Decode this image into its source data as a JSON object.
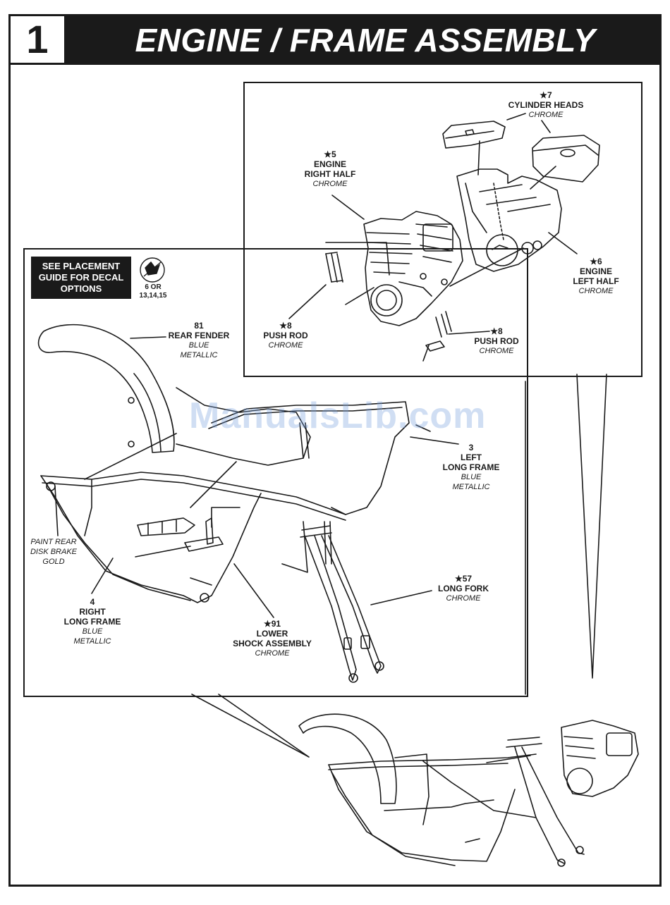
{
  "header": {
    "step_number": "1",
    "title": "ENGINE / FRAME ASSEMBLY"
  },
  "decal_notice": {
    "lines": [
      "SEE PLACEMENT",
      "GUIDE FOR DECAL",
      "OPTIONS"
    ],
    "decal_numbers_line1": "6 OR",
    "decal_numbers_line2": "13,14,15"
  },
  "parts": {
    "cylinder_heads": {
      "number": "★7",
      "name": "CYLINDER HEADS",
      "finish": "CHROME"
    },
    "engine_right": {
      "number": "★5",
      "name1": "ENGINE",
      "name2": "RIGHT HALF",
      "finish": "CHROME"
    },
    "engine_left": {
      "number": "★6",
      "name1": "ENGINE",
      "name2": "LEFT HALF",
      "finish": "CHROME"
    },
    "push_rod_a": {
      "number": "★8",
      "name": "PUSH ROD",
      "finish": "CHROME"
    },
    "push_rod_b": {
      "number": "★8",
      "name": "PUSH ROD",
      "finish": "CHROME"
    },
    "rear_fender": {
      "number": "81",
      "name": "REAR FENDER",
      "finish1": "BLUE",
      "finish2": "METALLIC"
    },
    "left_frame": {
      "number": "3",
      "name1": "LEFT",
      "name2": "LONG FRAME",
      "finish1": "BLUE",
      "finish2": "METALLIC"
    },
    "right_frame": {
      "number": "4",
      "name1": "RIGHT",
      "name2": "LONG FRAME",
      "finish1": "BLUE",
      "finish2": "METALLIC"
    },
    "long_fork": {
      "number": "★57",
      "name": "LONG FORK",
      "finish": "CHROME"
    },
    "lower_shock": {
      "number": "★91",
      "name1": "LOWER",
      "name2": "SHOCK ASSEMBLY",
      "finish": "CHROME"
    }
  },
  "paint_note": {
    "line1": "PAINT REAR",
    "line2": "DISK BRAKE",
    "line3": "GOLD"
  },
  "watermark": "ManualsLib.com"
}
